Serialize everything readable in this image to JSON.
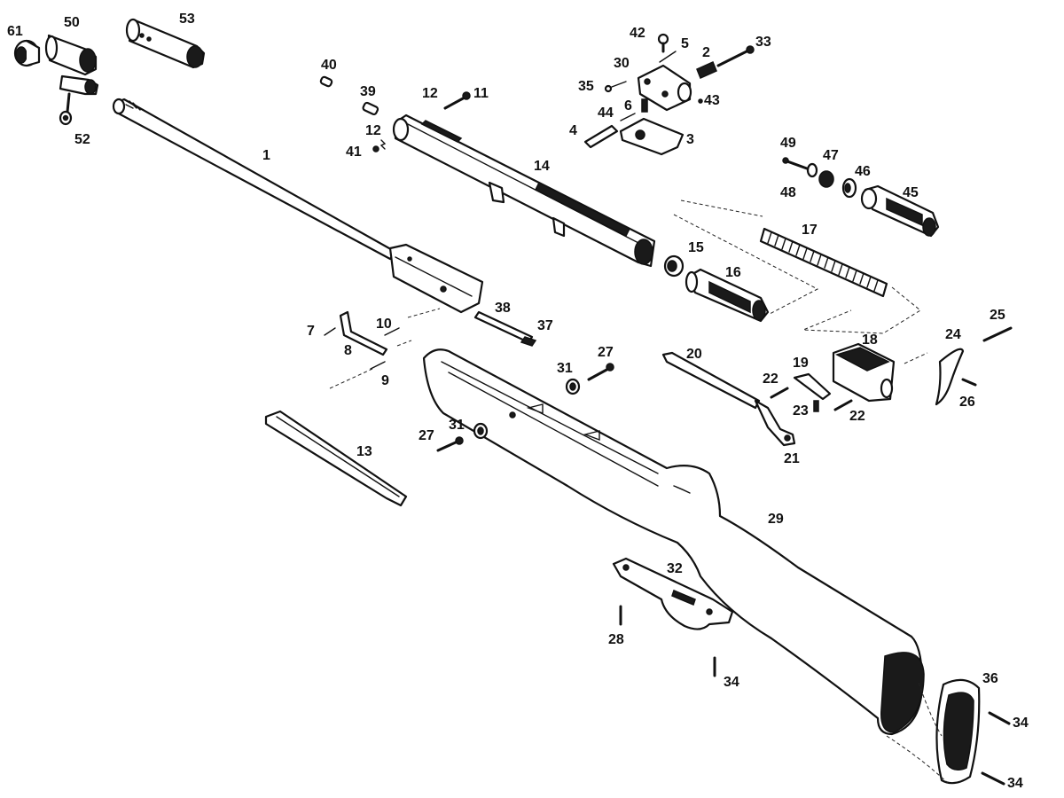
{
  "diagram": {
    "part_numbers": [
      "61",
      "50",
      "53",
      "52",
      "40",
      "39",
      "12a",
      "11",
      "12b",
      "41",
      "1",
      "14",
      "42",
      "5",
      "2",
      "33",
      "30",
      "35",
      "43",
      "44",
      "6",
      "4",
      "3",
      "49",
      "47",
      "46",
      "48",
      "45",
      "17",
      "15",
      "16",
      "10",
      "7",
      "8",
      "9",
      "38",
      "37",
      "27a",
      "31a",
      "27b",
      "31b",
      "13",
      "20",
      "19",
      "22a",
      "23",
      "22b",
      "21",
      "18",
      "24",
      "25",
      "26",
      "29",
      "32",
      "28",
      "34a",
      "36",
      "34b",
      "34c"
    ],
    "labels": {
      "61": "61",
      "50": "50",
      "53": "53",
      "52": "52",
      "40": "40",
      "39": "39",
      "12a": "12",
      "11": "11",
      "12b": "12",
      "41": "41",
      "1": "1",
      "14": "14",
      "42": "42",
      "5": "5",
      "2": "2",
      "33": "33",
      "30": "30",
      "35": "35",
      "43": "43",
      "44": "44",
      "6": "6",
      "4": "4",
      "3": "3",
      "49": "49",
      "47": "47",
      "46": "46",
      "48": "48",
      "45": "45",
      "17": "17",
      "15": "15",
      "16": "16",
      "10": "10",
      "7": "7",
      "8": "8",
      "9": "9",
      "38": "38",
      "37": "37",
      "27a": "27",
      "31a": "31",
      "27b": "27",
      "31b": "31",
      "13": "13",
      "20": "20",
      "19": "19",
      "22a": "22",
      "23": "23",
      "22b": "22",
      "21": "21",
      "18": "18",
      "24": "24",
      "25": "25",
      "26": "26",
      "29": "29",
      "32": "32",
      "28": "28",
      "34a": "34",
      "36": "36",
      "34b": "34",
      "34c": "34"
    }
  }
}
